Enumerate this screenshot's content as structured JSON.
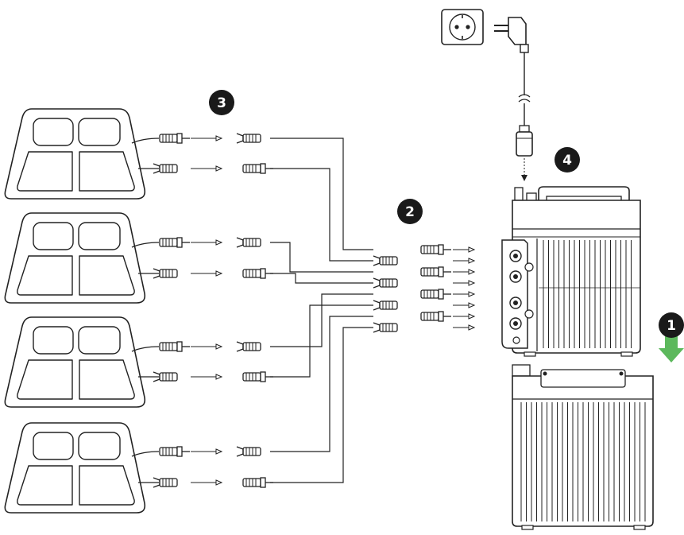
{
  "colors": {
    "line": "#222222",
    "badge_fill": "#1a1a1a",
    "badge_text": "#ffffff",
    "arrow_green": "#5cb85c"
  },
  "icons": [
    "wall-socket-icon",
    "power-plug-icon",
    "step-badge-icon",
    "down-arrow-icon"
  ],
  "steps": [
    {
      "number": "1",
      "name": "step-1-badge"
    },
    {
      "number": "2",
      "name": "step-2-badge"
    },
    {
      "number": "3",
      "name": "step-3-badge"
    },
    {
      "number": "4",
      "name": "step-4-badge"
    }
  ],
  "panels": [
    {
      "name": "solar-panel-1"
    },
    {
      "name": "solar-panel-2"
    },
    {
      "name": "solar-panel-3"
    },
    {
      "name": "solar-panel-4"
    }
  ]
}
